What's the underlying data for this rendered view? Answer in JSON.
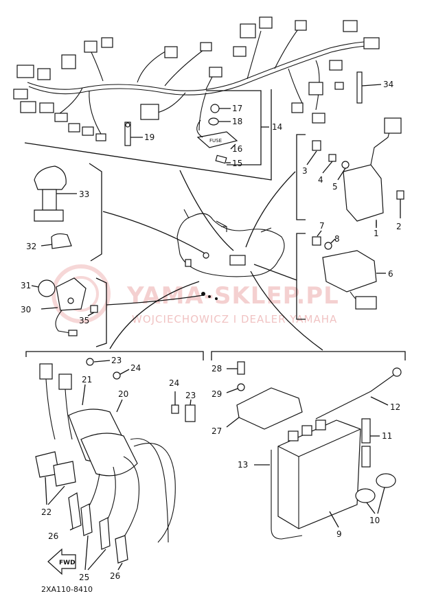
{
  "diagram": {
    "code": "2XA110-8410",
    "fwd_label": "FWD",
    "fuse_label": "FUSE",
    "watermark": {
      "brand": "YAMA-SKLEP.PL",
      "tagline": "WOJCIECHOWICZ I DEALER YAMAHA",
      "color": "#e07a7a"
    },
    "callouts": [
      {
        "id": "c1",
        "text": "1"
      },
      {
        "id": "c2",
        "text": "2"
      },
      {
        "id": "c3",
        "text": "3"
      },
      {
        "id": "c4",
        "text": "4"
      },
      {
        "id": "c5",
        "text": "5"
      },
      {
        "id": "c6",
        "text": "6"
      },
      {
        "id": "c7",
        "text": "7"
      },
      {
        "id": "c8",
        "text": "8"
      },
      {
        "id": "c9",
        "text": "9"
      },
      {
        "id": "c10",
        "text": "10"
      },
      {
        "id": "c11",
        "text": "11"
      },
      {
        "id": "c12",
        "text": "12"
      },
      {
        "id": "c13",
        "text": "13"
      },
      {
        "id": "c14",
        "text": "14"
      },
      {
        "id": "c15",
        "text": "15"
      },
      {
        "id": "c16",
        "text": "16"
      },
      {
        "id": "c17",
        "text": "17"
      },
      {
        "id": "c18",
        "text": "18"
      },
      {
        "id": "c19",
        "text": "19"
      },
      {
        "id": "c20",
        "text": "20"
      },
      {
        "id": "c21",
        "text": "21"
      },
      {
        "id": "c22",
        "text": "22"
      },
      {
        "id": "c23a",
        "text": "23"
      },
      {
        "id": "c23b",
        "text": "23"
      },
      {
        "id": "c24a",
        "text": "24"
      },
      {
        "id": "c24b",
        "text": "24"
      },
      {
        "id": "c25",
        "text": "25"
      },
      {
        "id": "c26a",
        "text": "26"
      },
      {
        "id": "c26b",
        "text": "26"
      },
      {
        "id": "c27",
        "text": "27"
      },
      {
        "id": "c28",
        "text": "28"
      },
      {
        "id": "c29",
        "text": "29"
      },
      {
        "id": "c30",
        "text": "30"
      },
      {
        "id": "c31",
        "text": "31"
      },
      {
        "id": "c32",
        "text": "32"
      },
      {
        "id": "c33",
        "text": "33"
      },
      {
        "id": "c34",
        "text": "34"
      },
      {
        "id": "c35",
        "text": "35"
      }
    ]
  }
}
